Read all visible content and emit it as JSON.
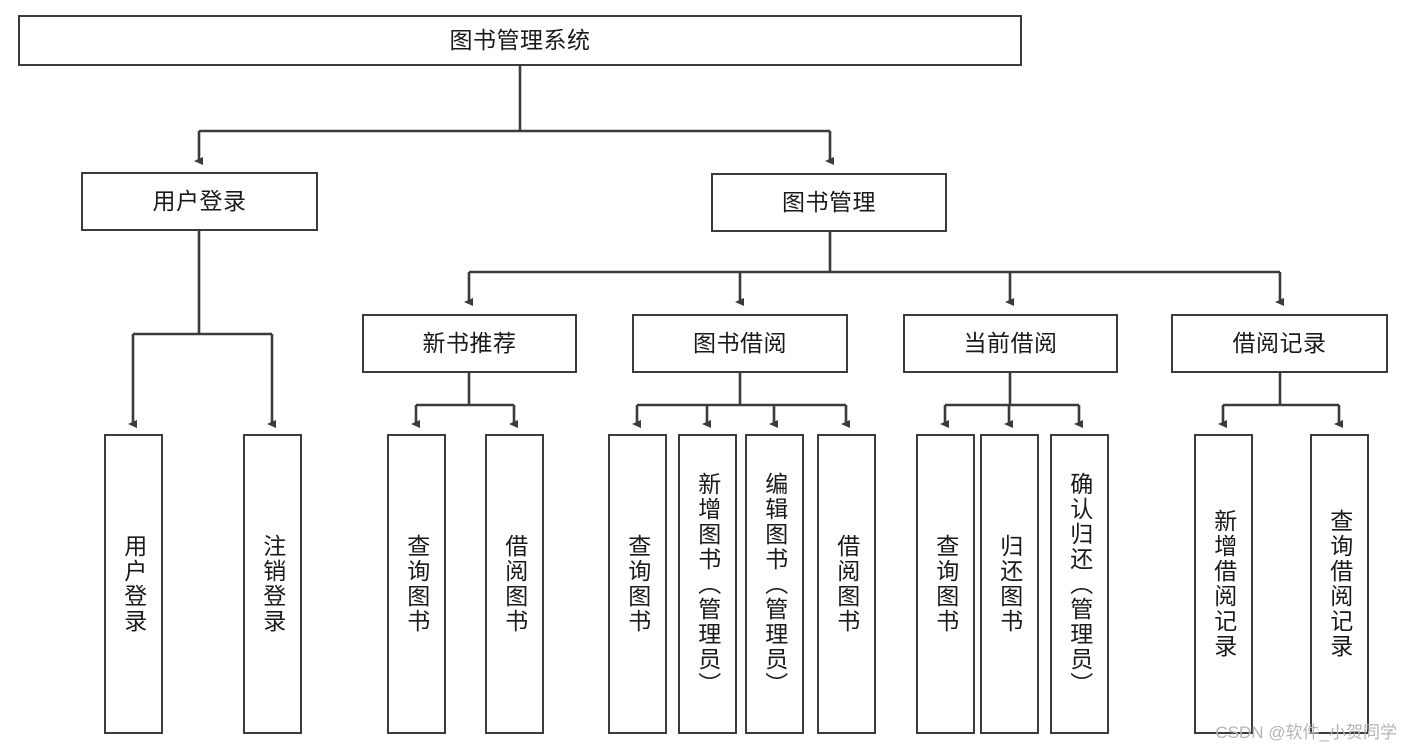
{
  "diagram": {
    "title": "图书管理系统",
    "type": "tree-hierarchy-diagram",
    "stroke_color": "#3b3b3b",
    "background_color": "#ffffff",
    "text_color": "#1a1a1a"
  },
  "nodes": {
    "root": {
      "label": "图书管理系统"
    },
    "level2": [
      {
        "id": "user-login",
        "label": "用户登录"
      },
      {
        "id": "book-management",
        "label": "图书管理"
      }
    ],
    "level3": [
      {
        "id": "new-book-recommend",
        "label": "新书推荐"
      },
      {
        "id": "book-borrow",
        "label": "图书借阅"
      },
      {
        "id": "current-borrow",
        "label": "当前借阅"
      },
      {
        "id": "borrow-record",
        "label": "借阅记录"
      }
    ],
    "leaves": {
      "user_login": [
        {
          "id": "leaf-user-login",
          "label": "用户登录"
        },
        {
          "id": "leaf-logout-login",
          "label": "注销登录"
        }
      ],
      "new_book_recommend": [
        {
          "id": "leaf-query-book-1",
          "label": "查询图书"
        },
        {
          "id": "leaf-borrow-book-1",
          "label": "借阅图书"
        }
      ],
      "book_borrow": [
        {
          "id": "leaf-query-book-2",
          "label": "查询图书"
        },
        {
          "id": "leaf-add-book",
          "label": "新增图书（管理员）"
        },
        {
          "id": "leaf-edit-book",
          "label": "编辑图书（管理员）"
        },
        {
          "id": "leaf-borrow-book-2",
          "label": "借阅图书"
        }
      ],
      "current_borrow": [
        {
          "id": "leaf-query-book-3",
          "label": "查询图书"
        },
        {
          "id": "leaf-return-book",
          "label": "归还图书"
        },
        {
          "id": "leaf-confirm-return",
          "label": "确认归还（管理员）"
        }
      ],
      "borrow_record": [
        {
          "id": "leaf-add-record",
          "label": "新增借阅记录"
        },
        {
          "id": "leaf-query-record",
          "label": "查询借阅记录"
        }
      ]
    }
  },
  "watermark": {
    "text": "CSDN @软件_小贺同学"
  }
}
